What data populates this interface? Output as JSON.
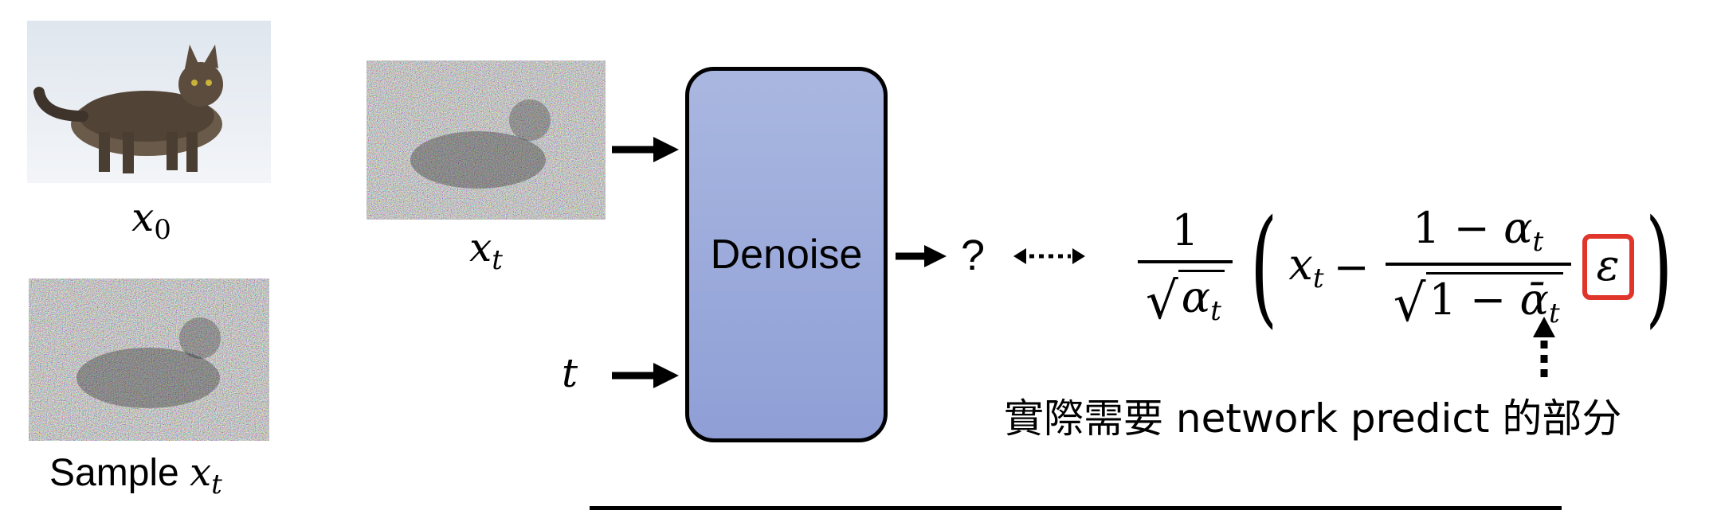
{
  "images": {
    "x0": {
      "label": "x",
      "sub": "0"
    },
    "sample": {
      "label_prefix": "Sample ",
      "label": "x",
      "sub": "t"
    },
    "xt": {
      "label": "x",
      "sub": "t"
    }
  },
  "t_input": {
    "label": "t"
  },
  "denoise_label": "Denoise",
  "output_label": "?",
  "formula": {
    "one": "1",
    "alpha": "α",
    "alpha_bar": "ᾱ",
    "t": "t",
    "x": "x",
    "minus": "−",
    "one_minus": "1 −",
    "epsilon": "ε"
  },
  "caption": "實際需要 network predict 的部分",
  "colors": {
    "denoise_fill": "#98a7da",
    "highlight": "#e0352b"
  }
}
